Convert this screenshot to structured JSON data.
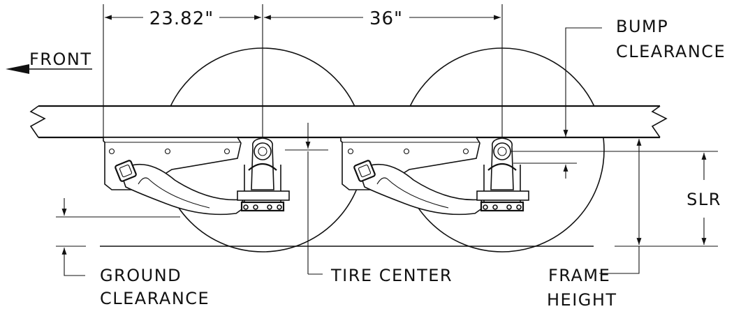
{
  "dimensions": {
    "front_to_axle": "23.82\"",
    "axle_spacing": "36\""
  },
  "labels": {
    "front": "FRONT",
    "bump_clearance_line1": "BUMP",
    "bump_clearance_line2": "CLEARANCE",
    "slr": "SLR",
    "ground_clearance_line1": "GROUND",
    "ground_clearance_line2": "CLEARANCE",
    "tire_center": "TIRE  CENTER",
    "frame_height_line1": "FRAME",
    "frame_height_line2": "HEIGHT"
  }
}
